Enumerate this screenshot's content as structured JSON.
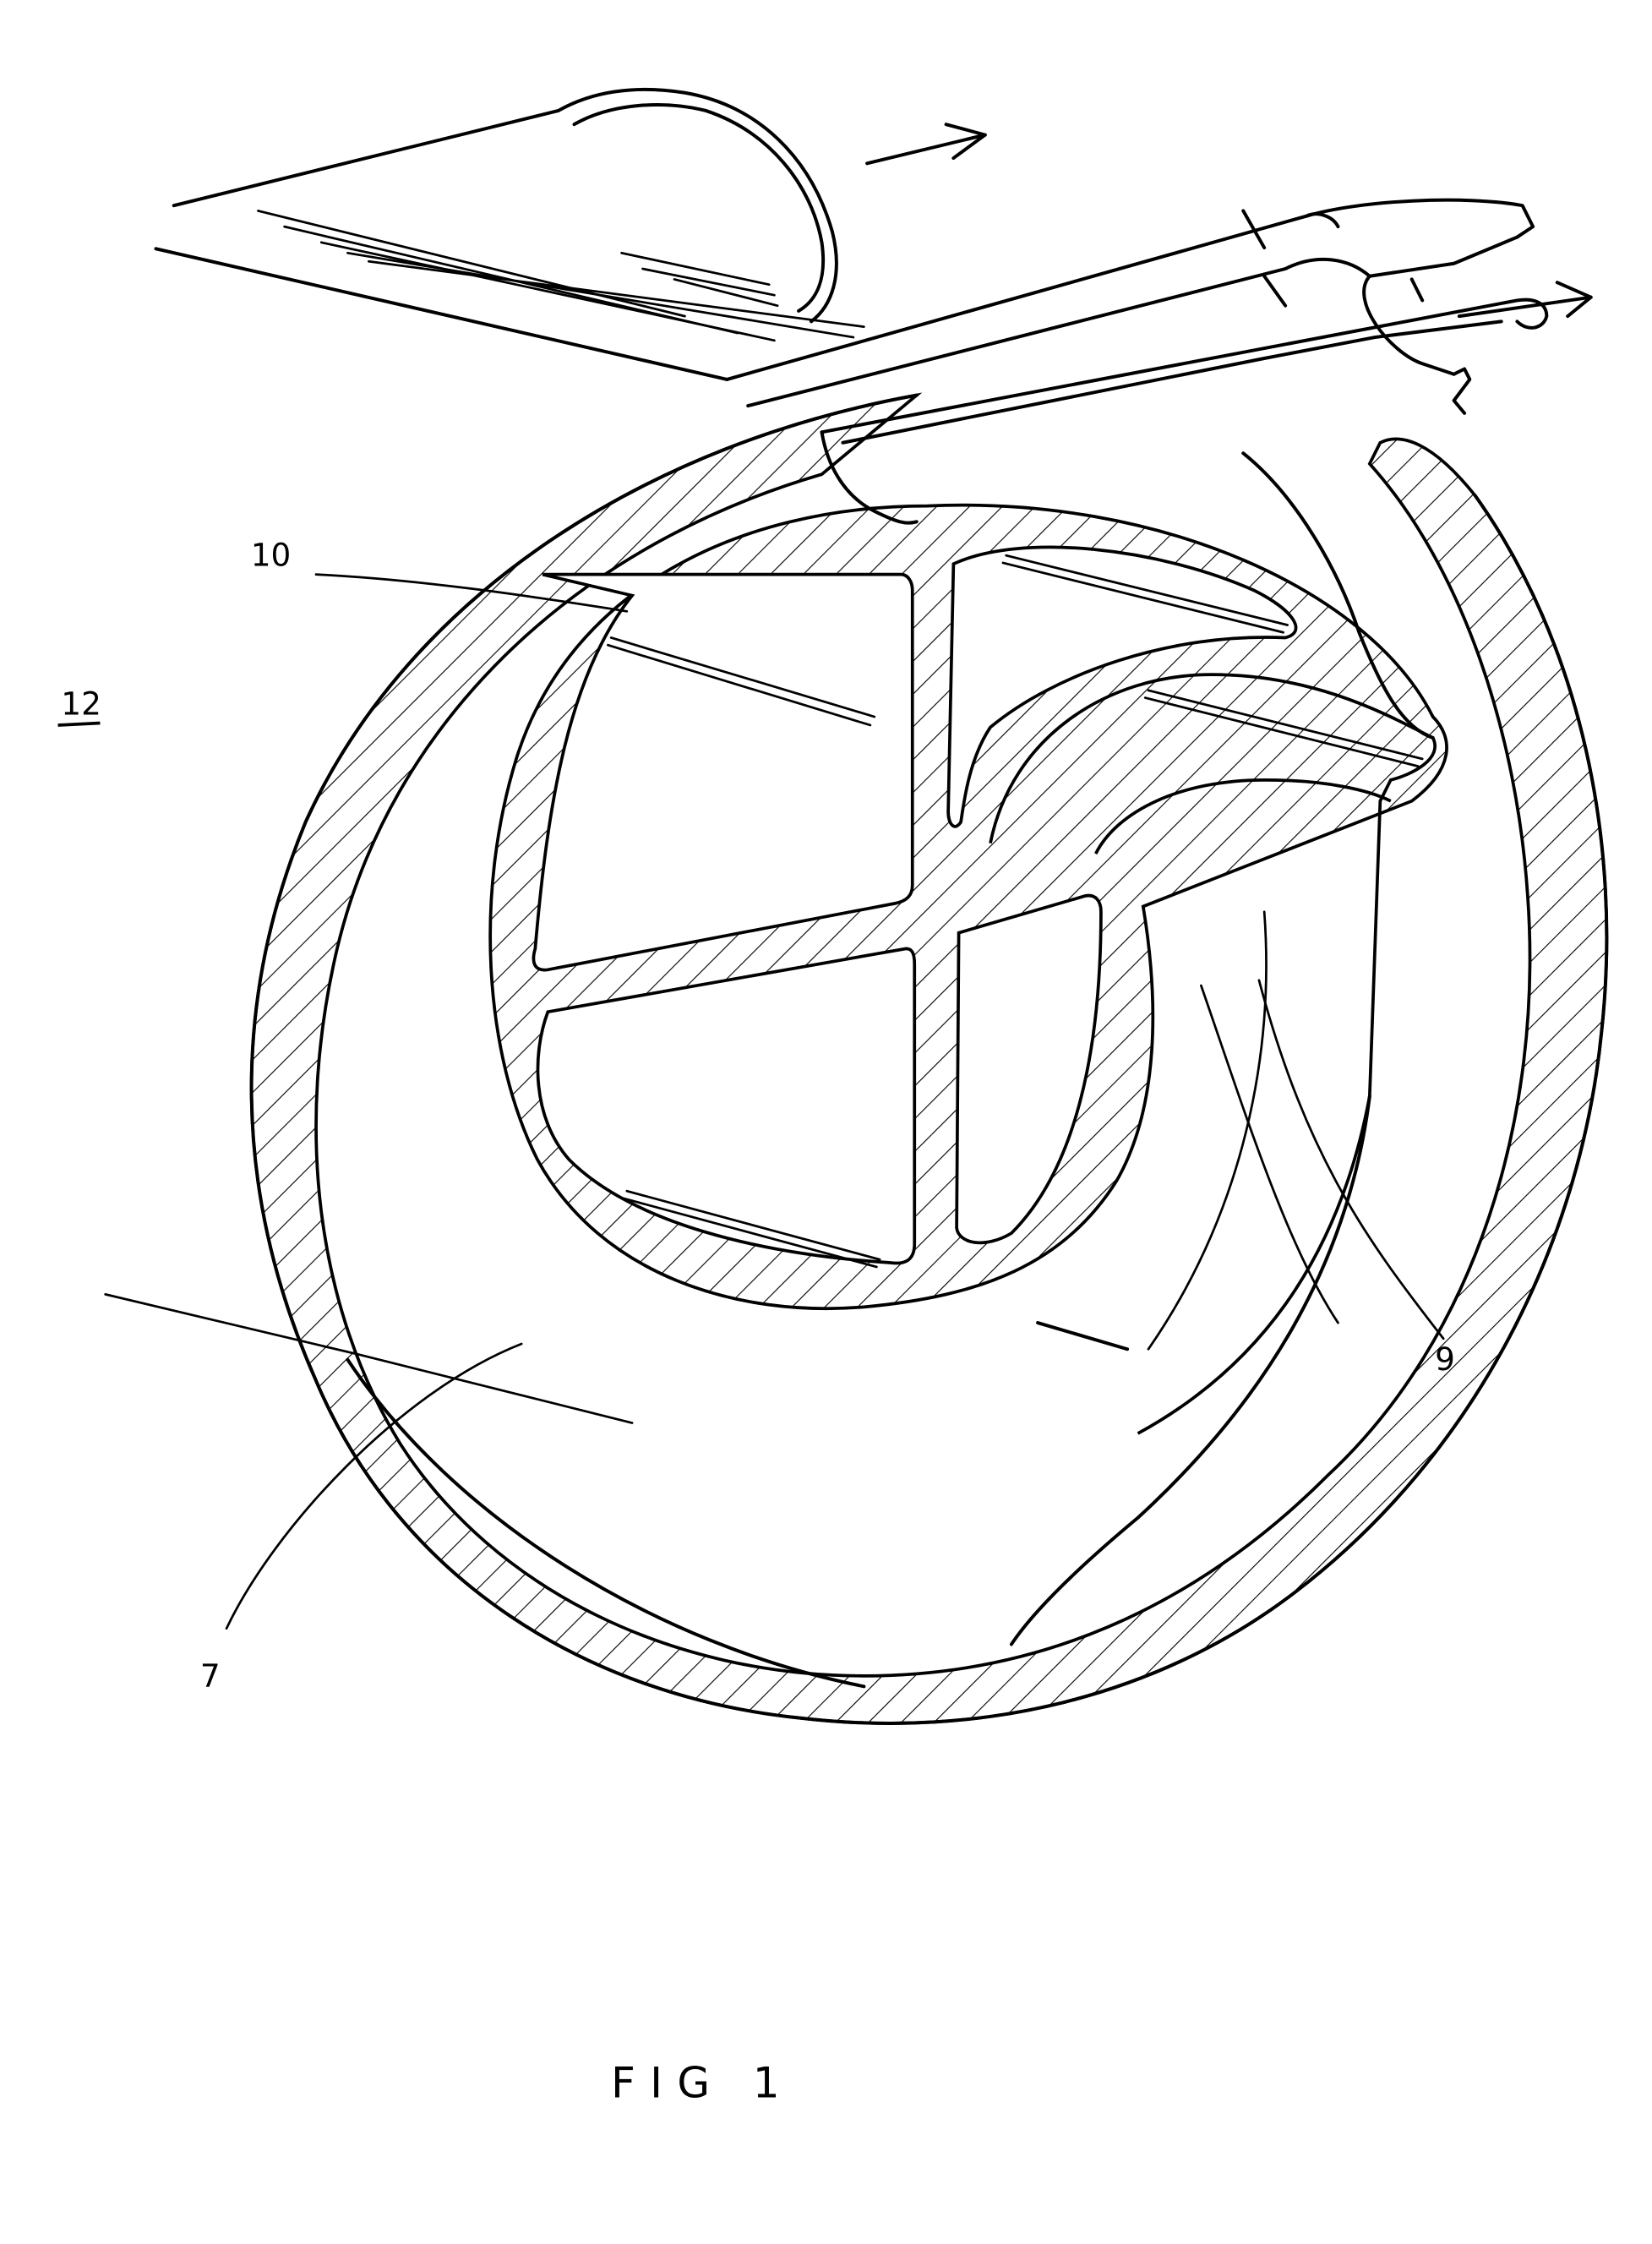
{
  "figure": {
    "caption": "FIG 1",
    "type": "patent line drawing - cross-sectional perspective view of a spiral/volute housing with inner vaned wheel",
    "colors": {
      "line": "#000000",
      "background": "#ffffff"
    }
  },
  "labels": [
    {
      "id": "label-10",
      "text": "10"
    },
    {
      "id": "label-12",
      "text": "12",
      "underlined": true
    },
    {
      "id": "label-7",
      "text": "7"
    },
    {
      "id": "label-9",
      "text": "9"
    }
  ],
  "arrows": [
    {
      "id": "flow-arrow-top",
      "direction": "right-up"
    },
    {
      "id": "flow-arrow-outlet",
      "direction": "right-up"
    }
  ]
}
